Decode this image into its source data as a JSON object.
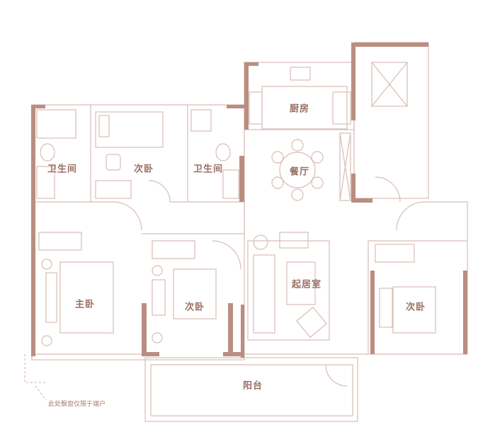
{
  "colors": {
    "wall": "#b98e80",
    "line": "#d9bcb3",
    "text": "#9a6f63",
    "background": "#ffffff"
  },
  "rooms": {
    "bathroom_left": "卫生间",
    "bedroom_top": "次卧",
    "bathroom_right": "卫生间",
    "kitchen": "厨房",
    "dining": "餐厅",
    "master_bedroom": "主卧",
    "bedroom_middle": "次卧",
    "living_room": "起居室",
    "bedroom_right": "次卧",
    "balcony": "阳台"
  },
  "notes": {
    "bay_window": "此处飘窗仅限于端户"
  }
}
